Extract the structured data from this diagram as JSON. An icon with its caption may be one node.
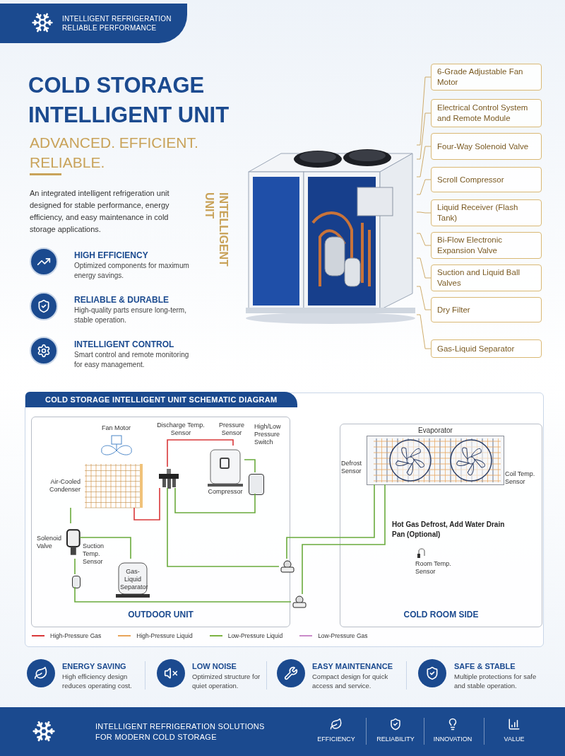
{
  "diagram": {
    "title": "COLD STORAGE INTELLIGENT UNIT",
    "nodes": [
      {
        "text": [],
        "shape": "picture"
      },
      {
        "text": [
          "6-Grade Adjustable Fan Motor"
        ]
      },
      {
        "text": [
          "Electrical Control System and Remote Module"
        ]
      },
      {
        "text": [
          "Four-Way Solenoid Valve"
        ]
      },
      {
        "text": [
          "Scroll Compressor"
        ]
      },
      {
        "text": [
          "Liquid Receiver (Flash Tank)"
        ]
      },
      {
        "text": [
          "Bi-Flow Electronic Expansion Valve"
        ]
      },
      {
        "text": [
          "Suction and Liquid Ball Valves"
        ]
      },
      {
        "text": [
          "Dry Filter"
        ]
      },
      {
        "text": [
          "Gas-Liquid Separator"
        ]
      },
      {
        "text": [
          "COLD STORAGE INTELLIGENT UNIT SCHEMATIC DIAGRAM"
        ]
      },
      {
        "text": [
          "OUTDOOR UNIT"
        ],
        "in": 10
      },
      {
        "text": [
          "COLD ROOM SIDE"
        ],
        "in": 10
      },
      {
        "text": [
          "Fan Motor"
        ],
        "in": 11
      },
      {
        "text": [
          "Air-Cooled Condenser"
        ],
        "in": 11
      },
      {
        "text": [],
        "shape": "picture",
        "in": 11
      },
      {
        "text": [
          "Compressor"
        ],
        "in": 11
      },
      {
        "text": [],
        "shape": "box",
        "in": 11
      },
      {
        "text": [
          "Solenoid Valve"
        ],
        "in": 11
      },
      {
        "text": [
          "Gas-Liquid Separator"
        ],
        "in": 11
      },
      {
        "text": [],
        "shape": "box",
        "in": 11
      },
      {
        "text": [],
        "shape": "picture",
        "in": 10
      },
      {
        "text": [],
        "shape": "picture",
        "in": 10
      },
      {
        "text": [
          "Evaporator"
        ],
        "in": 12
      }
    ],
    "edges": [
      {
        "from": 1,
        "to": 0,
        "arrow": "none",
        "color": "#c9a35a"
      },
      {
        "from": 2,
        "to": 0,
        "arrow": "none",
        "color": "#c9a35a"
      },
      {
        "from": 3,
        "to": 0,
        "arrow": "none",
        "color": "#c9a35a"
      },
      {
        "from": 4,
        "to": 0,
        "arrow": "none",
        "color": "#c9a35a"
      },
      {
        "from": 5,
        "to": 0,
        "arrow": "none",
        "color": "#c9a35a"
      },
      {
        "from": 6,
        "to": 0,
        "arrow": "none",
        "color": "#c9a35a"
      },
      {
        "from": 7,
        "to": 0,
        "arrow": "none",
        "color": "#c9a35a"
      },
      {
        "from": 8,
        "to": 0,
        "arrow": "none",
        "color": "#c9a35a"
      },
      {
        "from": 9,
        "to": 0,
        "arrow": "none",
        "color": "#c9a35a"
      },
      {
        "from": 14,
        "to": 15,
        "arrow": "none",
        "color": "#d9383a"
      },
      {
        "from": 15,
        "to": 16,
        "arrow": "none",
        "color": "#d9383a"
      },
      {
        "from": 16,
        "to": 17,
        "arrow": "none",
        "color": "#6aab3c"
      },
      {
        "from": 17,
        "to": 15,
        "arrow": "none",
        "color": "#6aab3c"
      },
      {
        "from": 15,
        "to": 21,
        "arrow": "none",
        "color": "#6aab3c"
      },
      {
        "from": 21,
        "to": 23,
        "arrow": "none",
        "color": "#6aab3c"
      },
      {
        "from": 22,
        "to": 23,
        "arrow": "none",
        "color": "#6aab3c"
      },
      {
        "from": 20,
        "to": 22,
        "arrow": "none",
        "color": "#6aab3c"
      },
      {
        "from": 18,
        "to": 20,
        "arrow": "none",
        "color": "#6aab3c"
      },
      {
        "from": 14,
        "to": 18,
        "arrow": "none",
        "color": "#6aab3c"
      },
      {
        "from": 18,
        "to": 19,
        "arrow": "none",
        "color": "#6aab3c"
      }
    ],
    "labels": [
      "INTELLIGENT REFRIGERATION RELIABLE PERFORMANCE",
      "ADVANCED. EFFICIENT. RELIABLE.",
      "An integrated intelligent refrigeration unit designed for stable performance, energy efficiency, and easy maintenance in cold storage applications.",
      "HIGH EFFICIENCY",
      "Optimized components for maximum energy savings.",
      "RELIABLE & DURABLE",
      "High-quality parts ensure long-term, stable operation.",
      "INTELLIGENT CONTROL",
      "Smart control and remote monitoring for easy management.",
      "INTELLIGENT UNIT",
      "Discharge Temp. Sensor",
      "Pressure Sensor",
      "High/Low Pressure Switch",
      "Suction Temp. Sensor",
      "Defrost Sensor",
      "Coil Temp. Sensor",
      "Hot Gas Defrost, Add Water Drain Pan (Optional)",
      "Room Temp. Sensor",
      "ENERGY SAVING",
      "High efficiency design reduces operating cost.",
      "LOW NOISE",
      "Optimized structure for quiet operation.",
      "EASY MAINTENANCE",
      "Compact design for quick access and service.",
      "SAFE & STABLE",
      "Multiple protections for safe and stable operation.",
      "INTELLIGENT REFRIGERATION SOLUTIONS FOR MODERN COLD STORAGE",
      "EFFICIENCY",
      "RELIABILITY",
      "INNOVATION",
      "VALUE"
    ],
    "legend": [
      {
        "text": "High-Pressure Gas"
      },
      {
        "text": "High-Pressure Liquid"
      },
      {
        "text": "Low-Pressure Liquid"
      },
      {
        "text": "Low-Pressure Gas"
      }
    ]
  }
}
